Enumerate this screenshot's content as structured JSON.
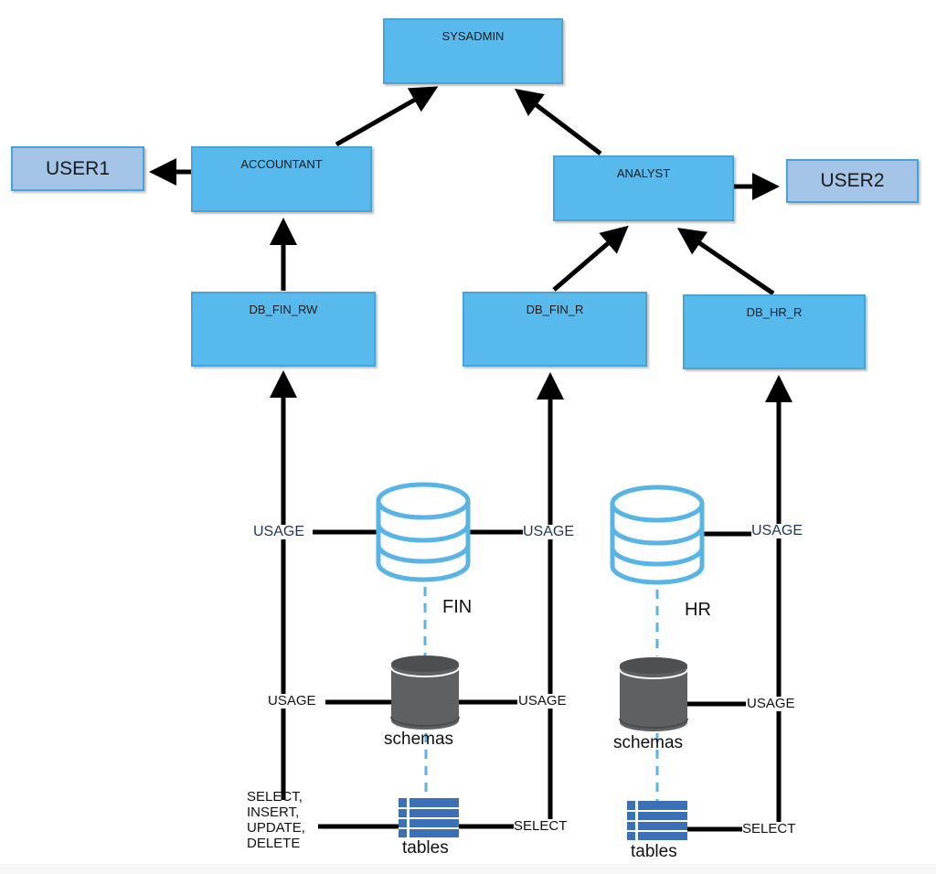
{
  "roles": {
    "sysadmin": "SYSADMIN",
    "accountant": "ACCOUNTANT",
    "analyst": "ANALYST",
    "db_fin_rw": "DB_FIN_RW",
    "db_fin_r": "DB_FIN_R",
    "db_hr_r": "DB_HR_R"
  },
  "users": {
    "user1": "USER1",
    "user2": "USER2"
  },
  "databases": {
    "fin": "FIN",
    "hr": "HR"
  },
  "objects": {
    "schemas": "schemas",
    "tables": "tables"
  },
  "privileges": {
    "fin_db_rw_usage": "USAGE",
    "fin_db_r_usage": "USAGE",
    "hr_db_r_usage": "USAGE",
    "fin_schema_rw_usage": "USAGE",
    "fin_schema_r_usage": "USAGE",
    "hr_schema_r_usage": "USAGE",
    "fin_tables_rw": "SELECT,\nINSERT,\nUPDATE,\nDELETE",
    "fin_tables_r": "SELECT",
    "hr_tables_r": "SELECT"
  },
  "colors": {
    "role_fill": "#58baec",
    "user_fill": "#a4c4e8",
    "database_icon": "#58b4e6",
    "schema_icon": "#5f6062",
    "table_icon": "#3b6fb6",
    "connector": "#000000",
    "dashed_link": "#58b4e6"
  }
}
